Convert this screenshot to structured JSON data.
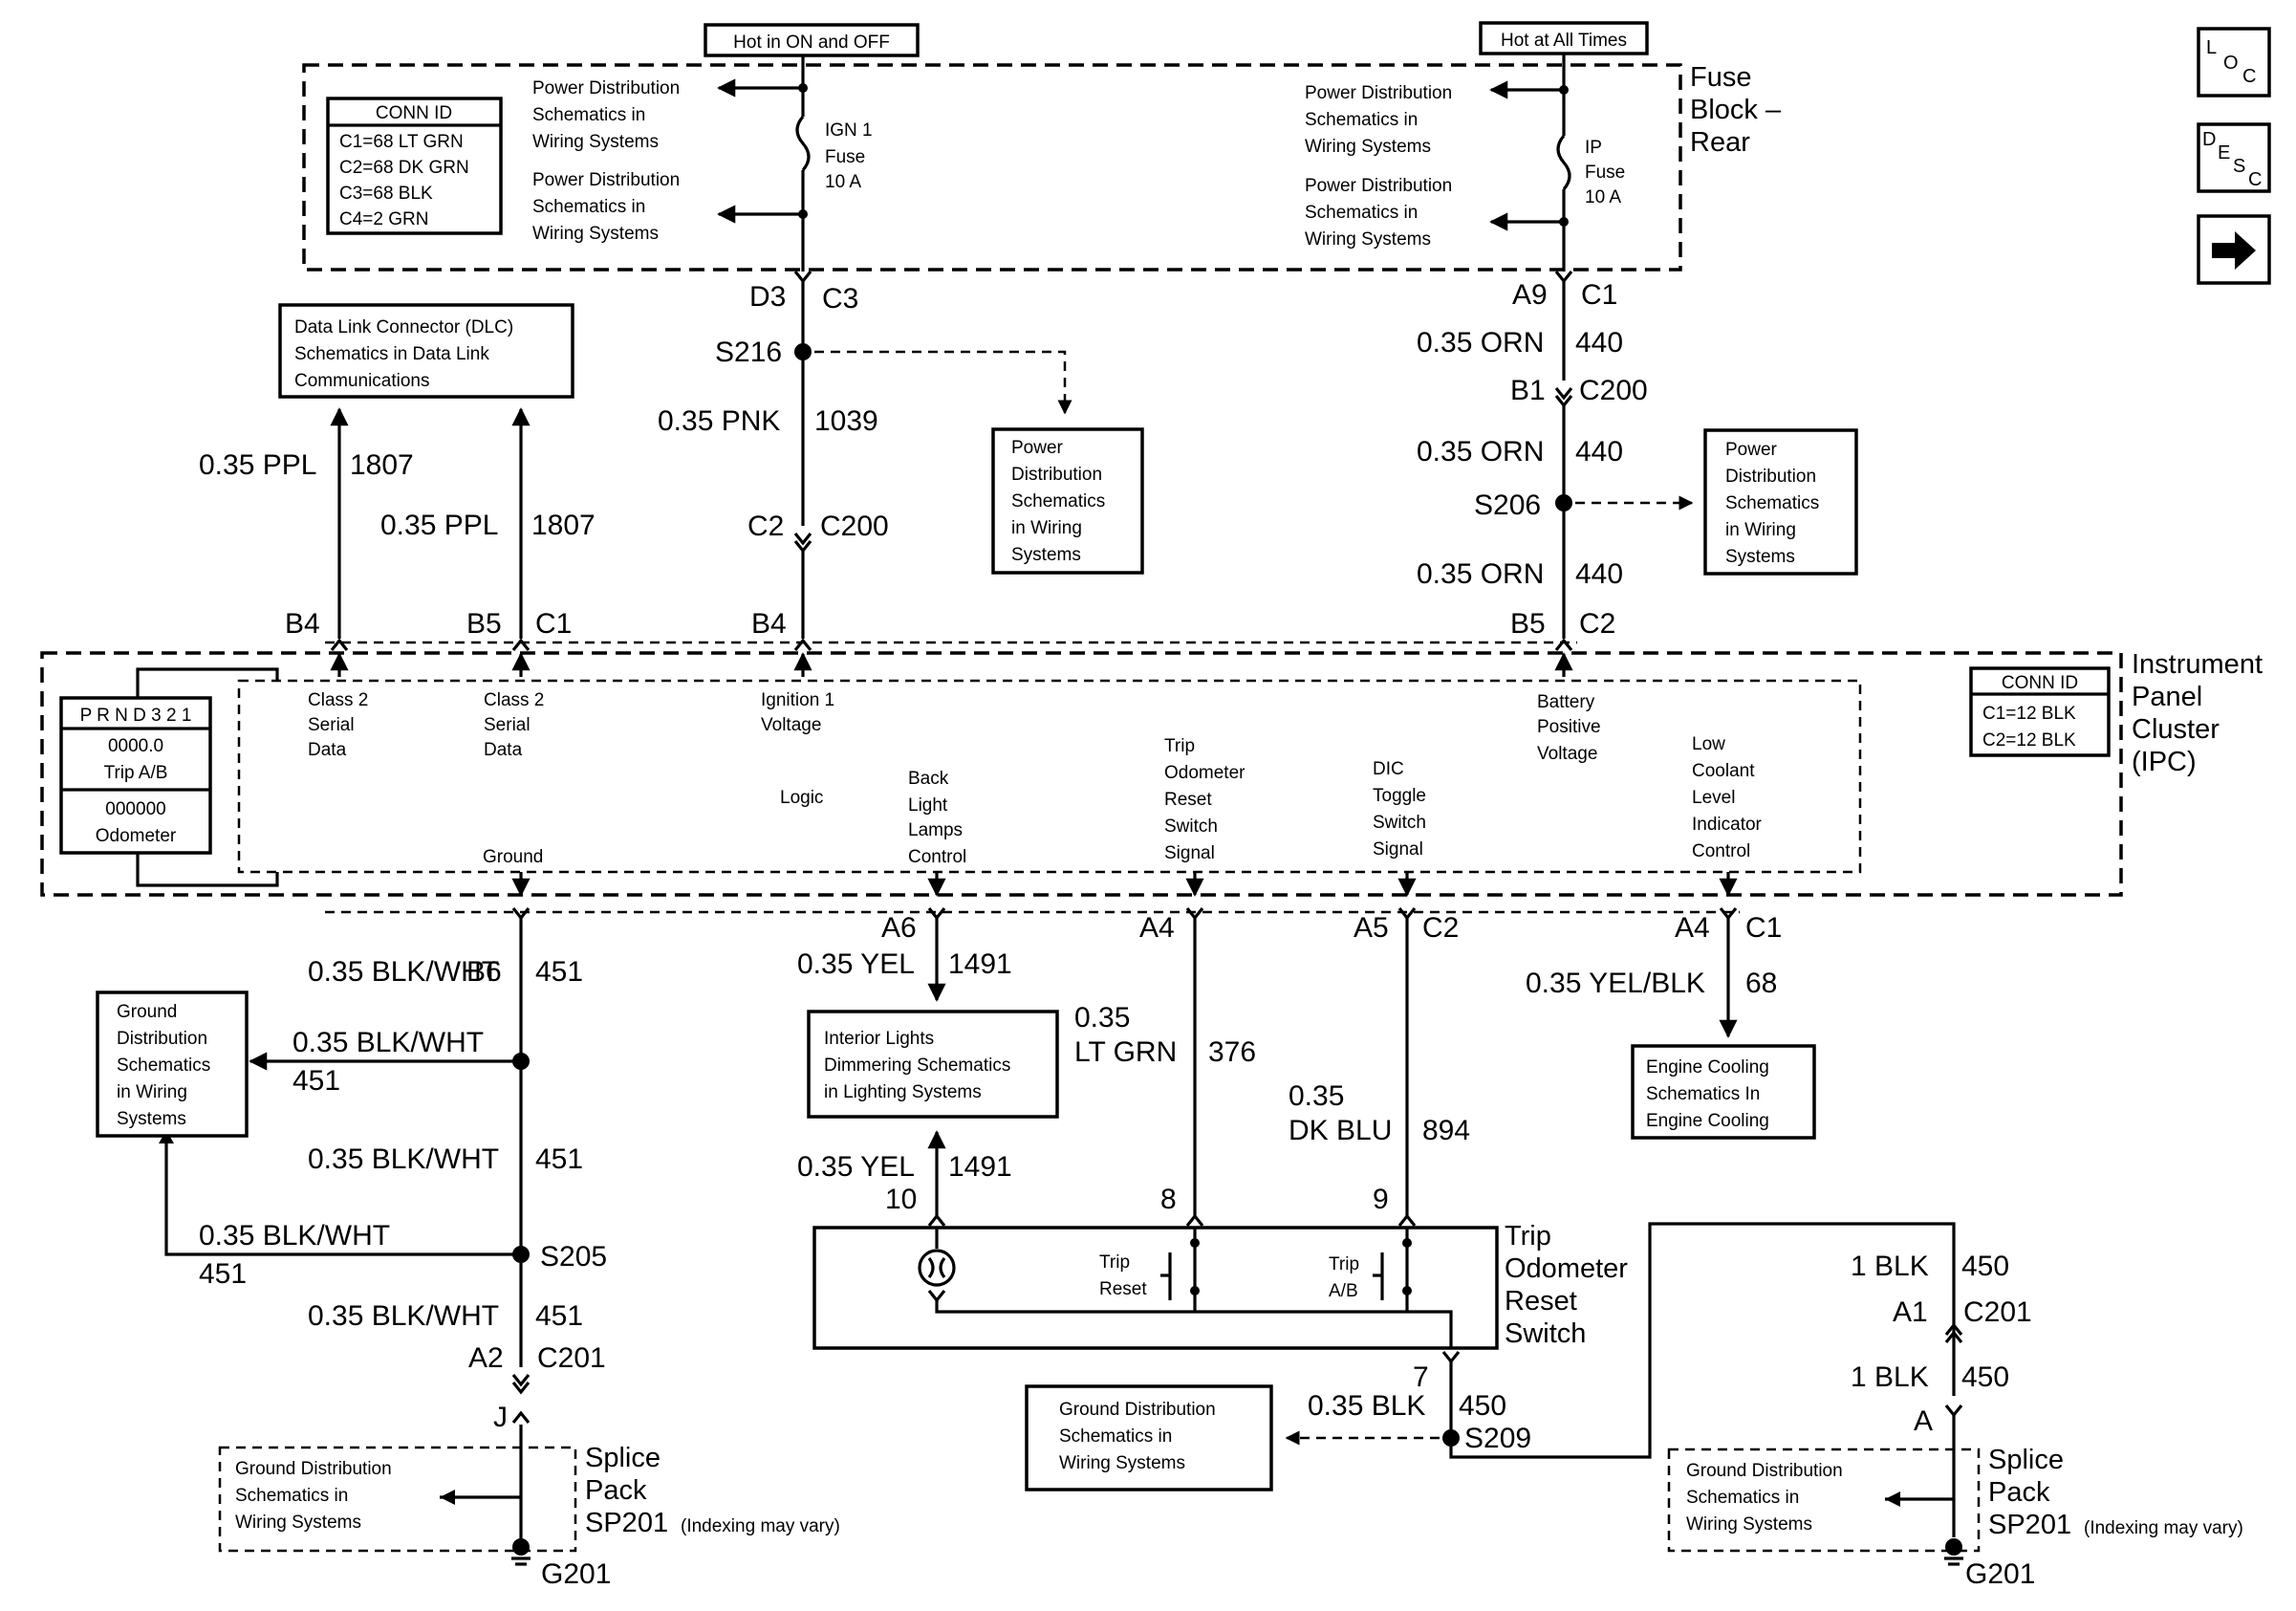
{
  "top": {
    "hot_on_off": "Hot in ON and OFF",
    "hot_all": "Hot at All Times",
    "fuse_block": [
      "Fuse",
      "Block –",
      "Rear"
    ],
    "conn_id_title": "CONN ID",
    "conn_id_items": [
      "C1=68 LT GRN",
      "C2=68 DK GRN",
      "C3=68 BLK",
      "C4=2 GRN"
    ],
    "pd_text": [
      "Power Distribution",
      "Schematics in",
      "Wiring Systems"
    ],
    "ign_fuse": [
      "IGN 1",
      "Fuse",
      "10 A"
    ],
    "ip_fuse": [
      "IP",
      "Fuse",
      "10 A"
    ]
  },
  "nav": {
    "loc": [
      "L",
      "O",
      "C"
    ],
    "desc": [
      "D",
      "E",
      "S",
      "C"
    ],
    "next_arrow": "→"
  },
  "dlc": [
    "Data Link Connector (DLC)",
    "Schematics in Data Link",
    "Communications"
  ],
  "pd_box_short": [
    "Power",
    "Distribution",
    "Schematics",
    "in Wiring",
    "Systems"
  ],
  "wires": {
    "d3": "D3",
    "c3": "C3",
    "s216": "S216",
    "pnk": "0.35 PNK",
    "n1039": "1039",
    "c2": "C2",
    "c200": "C200",
    "b4": "B4",
    "b5": "B5",
    "c1": "C1",
    "ppl": "0.35 PPL",
    "n1807": "1807",
    "a9": "A9",
    "orn": "0.35 ORN",
    "n440": "440",
    "b1": "B1",
    "s206": "S206",
    "b6": "B6",
    "blkwht": "0.35 BLK/WHT",
    "n451": "451",
    "s205": "S205",
    "a2": "A2",
    "c201": "C201",
    "j": "J",
    "g201": "G201",
    "a6": "A6",
    "yel": "0.35 YEL",
    "n1491": "1491",
    "a4": "A4",
    "n035": "0.35",
    "ltgrn": "LT GRN",
    "n376": "376",
    "a5": "A5",
    "dkblu": "DK BLU",
    "n894": "894",
    "yelblk": "0.35 YEL/BLK",
    "n68": "68",
    "p10": "10",
    "p8": "8",
    "p9": "9",
    "p7": "7",
    "blk035": "0.35 BLK",
    "n450": "450",
    "s209": "S209",
    "blk1": "1 BLK",
    "a1": "A1",
    "a": "A"
  },
  "ipc": {
    "title": [
      "Instrument",
      "Panel",
      "Cluster",
      "(IPC)"
    ],
    "conn_title": "CONN ID",
    "conn_items": [
      "C1=12 BLK",
      "C2=12 BLK"
    ],
    "prnd": "P R N D 3 2 1",
    "trip_val": "0000.0",
    "trip_label": "Trip A/B",
    "odo_val": "000000",
    "odo_label": "Odometer",
    "class2": [
      "Class 2",
      "Serial",
      "Data"
    ],
    "ign_volt": [
      "Ignition 1",
      "Voltage"
    ],
    "batt": [
      "Battery",
      "Positive",
      "Voltage"
    ],
    "logic": "Logic",
    "ground": "Ground",
    "back_light": [
      "Back",
      "Light",
      "Lamps",
      "Control"
    ],
    "trip_reset": [
      "Trip",
      "Odometer",
      "Reset",
      "Switch",
      "Signal"
    ],
    "dic": [
      "DIC",
      "Toggle",
      "Switch",
      "Signal"
    ],
    "low_coolant": [
      "Low",
      "Coolant",
      "Level",
      "Indicator",
      "Control"
    ]
  },
  "lower": {
    "gd_box": [
      "Ground",
      "Distribution",
      "Schematics",
      "in Wiring",
      "Systems"
    ],
    "interior": [
      "Interior Lights",
      "Dimmering Schematics",
      "in Lighting Systems"
    ],
    "engine": [
      "Engine Cooling",
      "Schematics In",
      "Engine Cooling"
    ],
    "switch_title": [
      "Trip",
      "Odometer",
      "Reset",
      "Switch"
    ],
    "trip_reset_lbl": [
      "Trip",
      "Reset"
    ],
    "trip_ab_lbl": [
      "Trip",
      "A/B"
    ],
    "gd_wide": [
      "Ground Distribution",
      "Schematics in",
      "Wiring Systems"
    ],
    "splice": [
      "Splice",
      "Pack",
      "SP201"
    ],
    "indexing": "(Indexing may vary)"
  }
}
